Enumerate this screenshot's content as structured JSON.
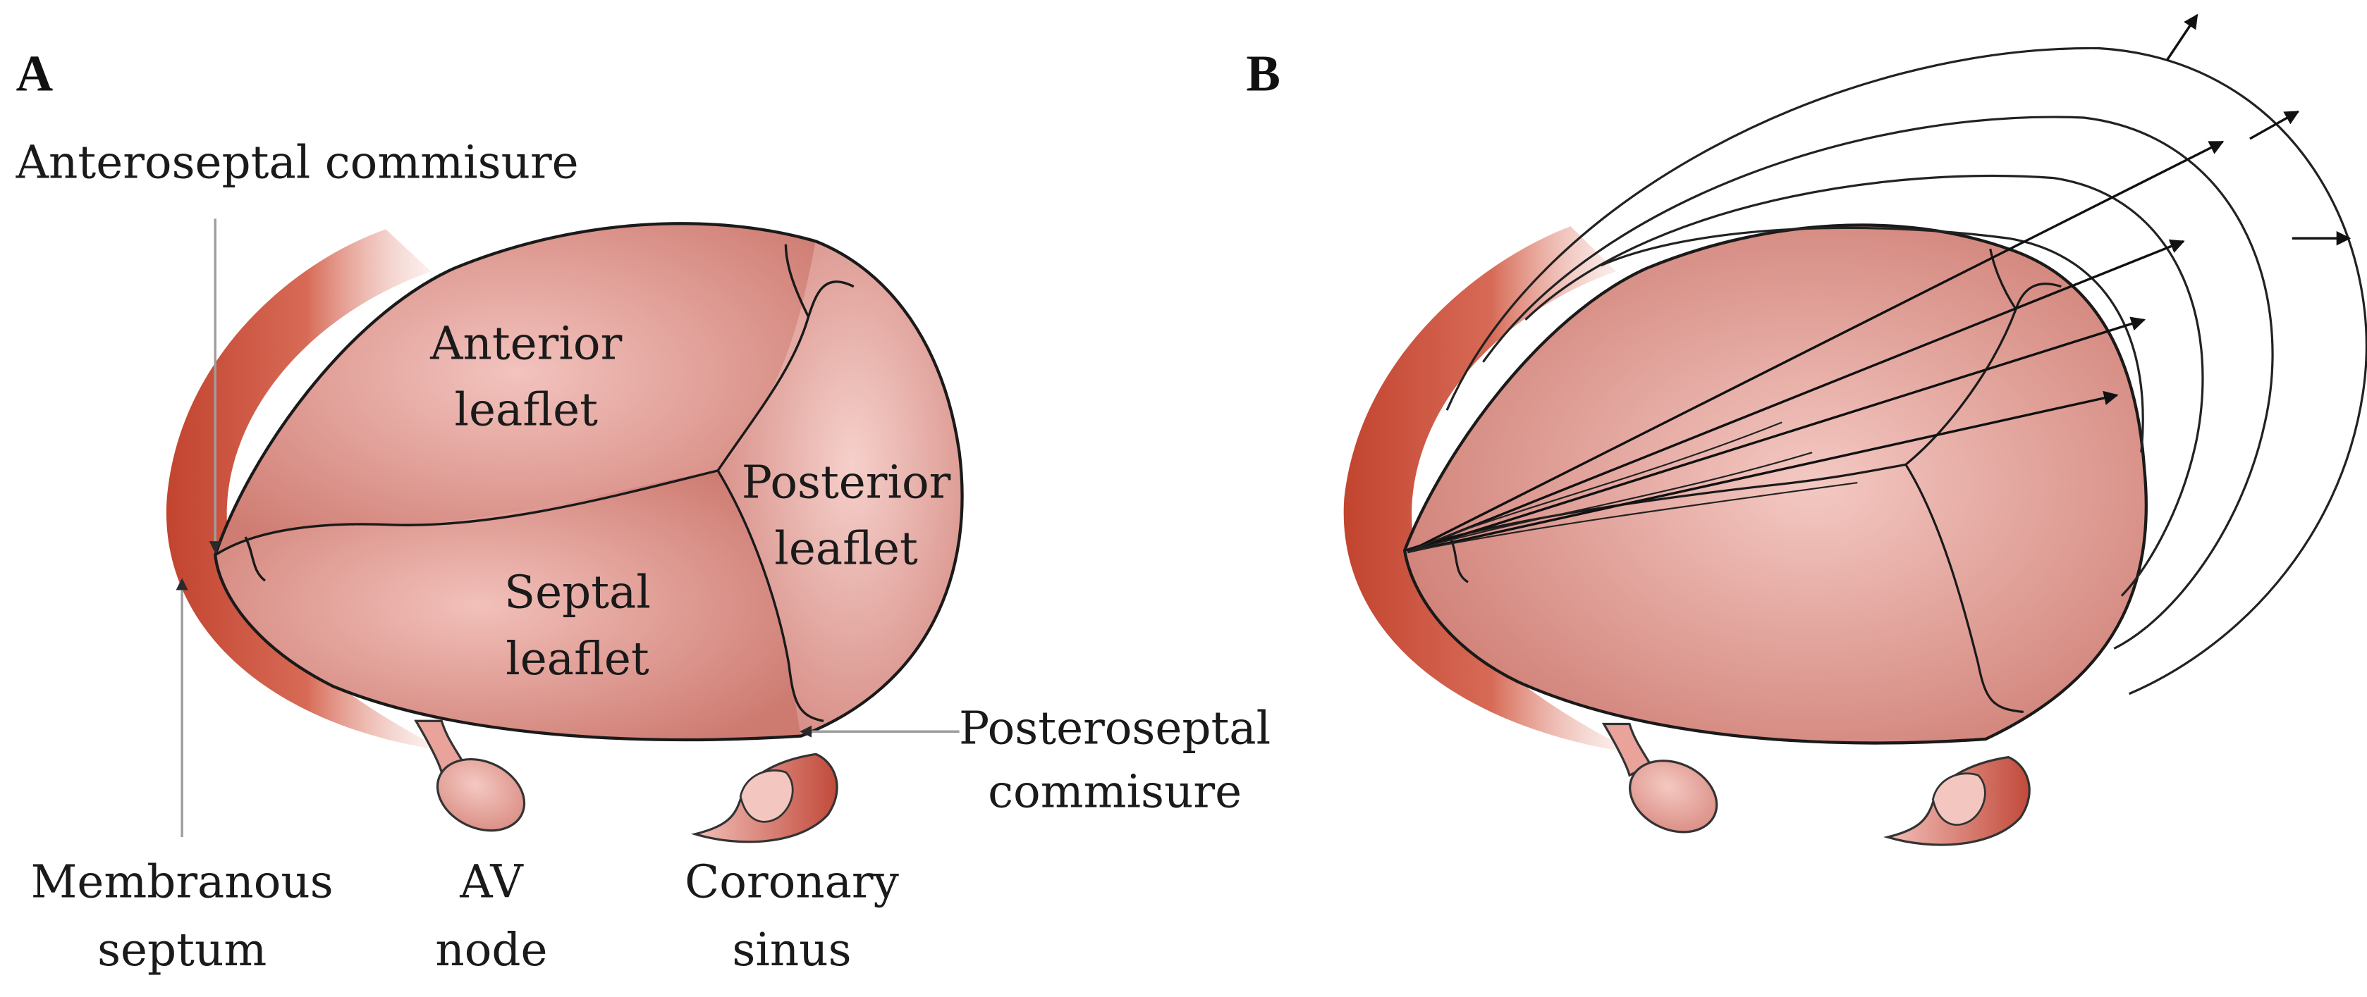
{
  "panel_a": {
    "letter": "A",
    "labels": {
      "anteroseptal": "Anteroseptal commisure",
      "anterior_l1": "Anterior",
      "anterior_l2": "leaflet",
      "posterior_l1": "Posterior",
      "posterior_l2": "leaflet",
      "septal_l1": "Septal",
      "septal_l2": "leaflet",
      "posteroseptal_l1": "Posteroseptal",
      "posteroseptal_l2": "commisure",
      "membranous_l1": "Membranous",
      "membranous_l2": "septum",
      "av_l1": "AV",
      "av_l2": "node",
      "coronary_l1": "Coronary",
      "coronary_l2": "sinus"
    }
  },
  "panel_b": {
    "letter": "B"
  },
  "colors": {
    "tissue_light": "#f3c2bd",
    "tissue_mid": "#dc8f87",
    "tissue_dark": "#b94a3c",
    "outline": "#1a1a1a",
    "pointer_line": "#9e9e9e"
  }
}
